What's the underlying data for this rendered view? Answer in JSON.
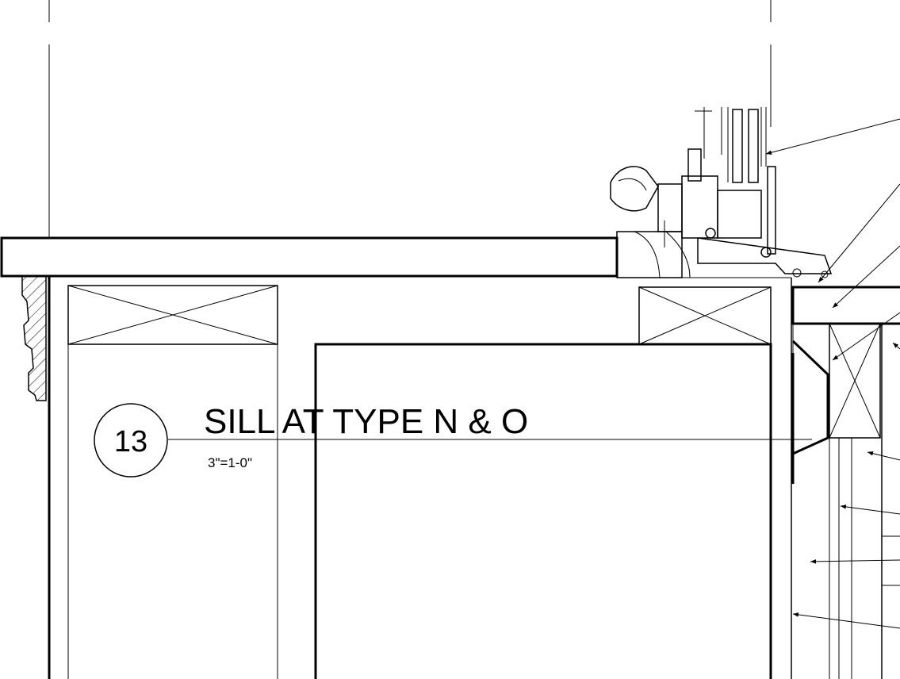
{
  "detail": {
    "number": "13",
    "title": "SILL AT TYPE N & O",
    "scale": "3\"=1-0\""
  }
}
